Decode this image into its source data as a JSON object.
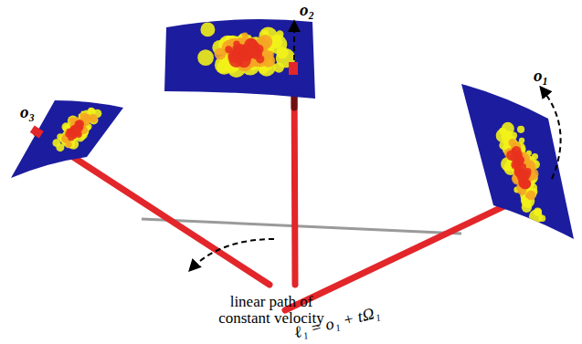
{
  "diagram": {
    "labels": [
      "o₂",
      "o₁",
      "o₃",
      "linear path of constant velocity",
      "ℓ₁ = o₁ + tΩ₁"
    ]
  }
}
